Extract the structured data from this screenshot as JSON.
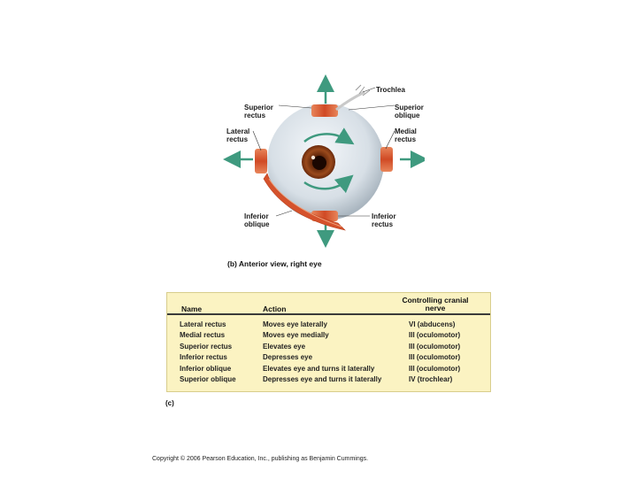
{
  "labels": {
    "trochlea": "Trochlea",
    "superior_rectus": "Superior\nrectus",
    "superior_oblique": "Superior\noblique",
    "lateral_rectus": "Lateral\nrectus",
    "medial_rectus": "Medial\nrectus",
    "inferior_oblique": "Inferior\noblique",
    "inferior_rectus": "Inferior\nrectus"
  },
  "caption": {
    "part": "(b)",
    "text": "Anterior view, right eye"
  },
  "table": {
    "headers": {
      "name": "Name",
      "action": "Action",
      "nerve": "Controlling cranial\nnerve"
    },
    "rows": [
      {
        "name": "Lateral rectus",
        "action": "Moves eye laterally",
        "nerve": "VI (abducens)"
      },
      {
        "name": "Medial rectus",
        "action": "Moves eye medially",
        "nerve": "III (oculomotor)"
      },
      {
        "name": "Superior rectus",
        "action": "Elevates eye",
        "nerve": "III (oculomotor)"
      },
      {
        "name": "Inferior rectus",
        "action": "Depresses eye",
        "nerve": "III (oculomotor)"
      },
      {
        "name": "Inferior oblique",
        "action": "Elevates eye and turns it laterally",
        "nerve": "III (oculomotor)"
      },
      {
        "name": "Superior oblique",
        "action": "Depresses eye and turns it laterally",
        "nerve": "IV (trochlear)"
      }
    ]
  },
  "part_c": "(c)",
  "copyright": "Copyright © 2006 Pearson Education, Inc., publishing as Benjamin Cummings.",
  "colors": {
    "arrow": "#3f9a7f",
    "muscle": "#d9603a",
    "iris": "#7a3410",
    "sclera": "#dfe6ec",
    "table_bg": "#fbf3c2"
  }
}
